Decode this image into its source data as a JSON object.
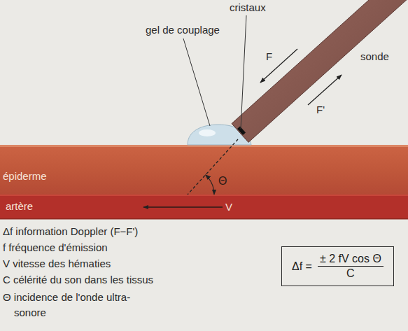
{
  "diagram": {
    "nodes": [
      {
        "text": [
          "Δf =",
          "± 2 fV cos Θ",
          "C"
        ]
      }
    ],
    "labels": [
      "cristaux",
      "gel de couplage",
      "sonde",
      "F",
      "F'",
      "épiderme",
      "Θ",
      "artère",
      "V",
      "Δf information Doppler (F−F')",
      "f fréquence d'émission",
      "V vitesse des hématies",
      "C célérité du son dans les tissus",
      "Θ incidence de l'onde ultra-sonore"
    ]
  }
}
